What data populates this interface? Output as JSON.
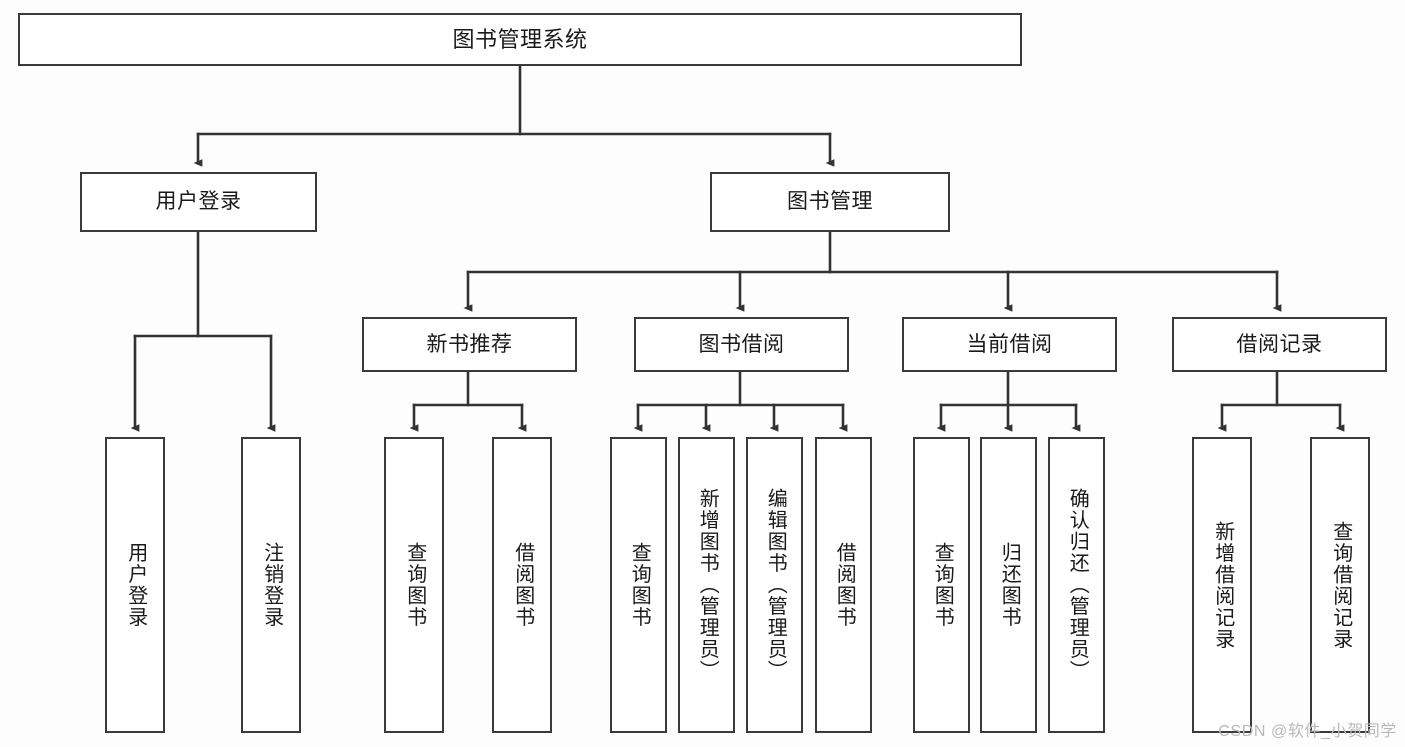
{
  "diagram": {
    "title": "图书管理系统",
    "type": "功能结构图",
    "colors": {
      "background": "#fdfdfd",
      "node_fill": "#ffffff",
      "node_stroke": "#3a3a3a",
      "edge_stroke": "#333333",
      "text": "#1a1a1a",
      "watermark": "#b9b9b9"
    }
  },
  "watermark": {
    "text": "CSDN @软件_小贺同学"
  },
  "nodes": {
    "root": {
      "label": "图书管理系统"
    },
    "level2": [
      {
        "label": "用户登录"
      },
      {
        "label": "图书管理"
      }
    ],
    "level3": [
      {
        "label": "新书推荐"
      },
      {
        "label": "图书借阅"
      },
      {
        "label": "当前借阅"
      },
      {
        "label": "借阅记录"
      }
    ],
    "leaves": {
      "user_login": [
        {
          "label": "用户登录"
        },
        {
          "label": "注销登录"
        }
      ],
      "new_book": [
        {
          "label": "查询图书"
        },
        {
          "label": "借阅图书"
        }
      ],
      "book_borrow": [
        {
          "label": "查询图书"
        },
        {
          "label": "新增图书（管理员）"
        },
        {
          "label": "编辑图书（管理员）"
        },
        {
          "label": "借阅图书"
        }
      ],
      "current_borrow": [
        {
          "label": "查询图书"
        },
        {
          "label": "归还图书"
        },
        {
          "label": "确认归还（管理员）"
        }
      ],
      "borrow_record": [
        {
          "label": "新增借阅记录"
        },
        {
          "label": "查询借阅记录"
        }
      ]
    }
  }
}
